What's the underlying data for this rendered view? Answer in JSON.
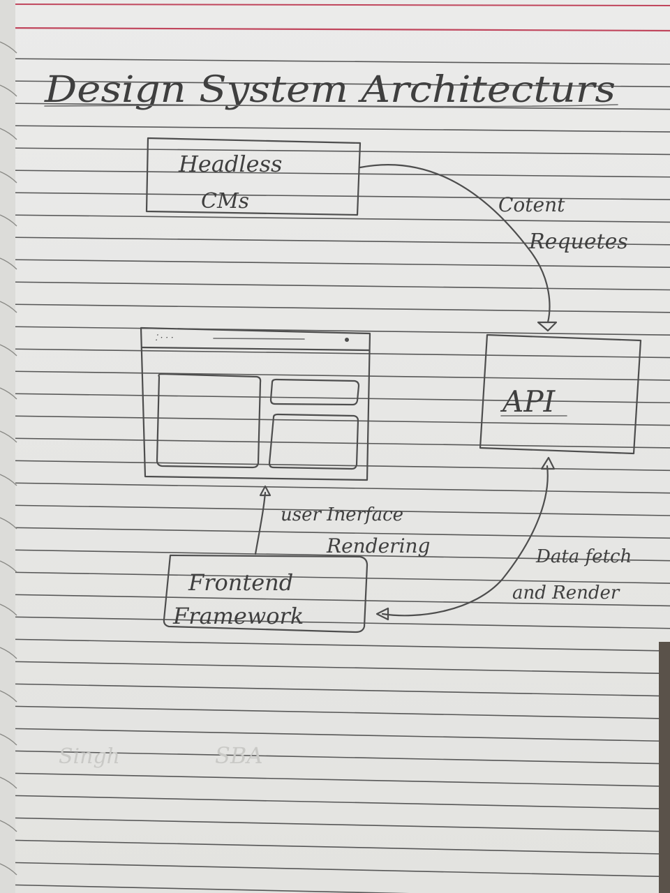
{
  "title": "Design System Architecturs",
  "nodes": {
    "cms": {
      "line1": "Headless",
      "line2": "CMs"
    },
    "api": {
      "label": "API"
    },
    "frontend": {
      "line1": "Frontend",
      "line2": "Framework"
    }
  },
  "edges": {
    "cms_to_api": {
      "line1": "Cotent",
      "line2": "Requetes"
    },
    "frontend_to_ui": {
      "line1": "user Inerface",
      "line2": "Rendering"
    },
    "api_frontend": {
      "line1": "Data fetch",
      "line2": "and Render"
    }
  },
  "faint_marks": {
    "mark1": "Singh",
    "mark2": "SBA"
  },
  "colors": {
    "paper": "#e8e8e6",
    "rule_line": "#3d3d3d",
    "margin_line": "#c0455c",
    "pencil": "#4d4d4d"
  }
}
